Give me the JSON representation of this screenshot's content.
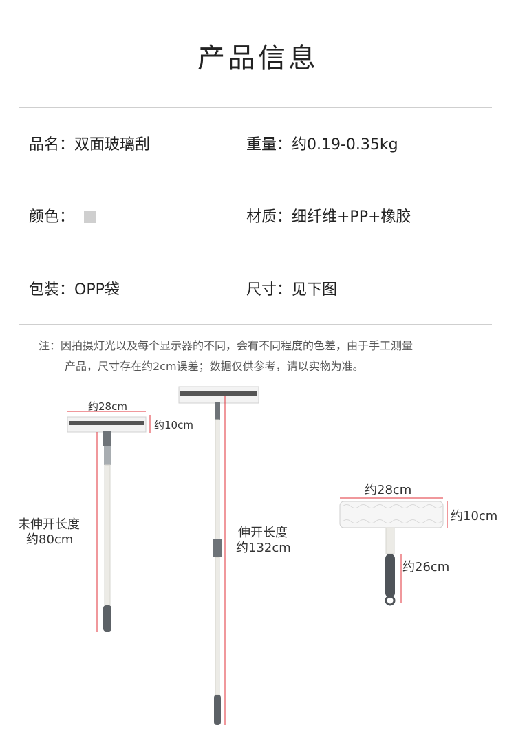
{
  "header": {
    "title": "产品信息"
  },
  "specs": {
    "name": "品名：双面玻璃刮",
    "weight": "重量：约0.19-0.35kg",
    "color_label": "颜色：",
    "material": "材质：细纤维+PP+橡胶",
    "package": "包装：OPP袋",
    "size": "尺寸：见下图"
  },
  "note": {
    "line1": "注：因拍摄灯光以及每个显示器的不同，会有不同程度的色差，由于手工测量",
    "line2": "产品，尺寸存在约2cm误差；数据仅供参考，请以实物为准。"
  },
  "diagram": {
    "short_width": "约28cm",
    "short_height": "约10cm",
    "short_length_1": "未伸开长度",
    "short_length_2": "约80cm",
    "long_length_1": "伸开长度",
    "long_length_2": "约132cm",
    "pad_width": "约28cm",
    "pad_height": "约10cm",
    "pad_handle": "约26cm"
  },
  "colors": {
    "swatch": "#cfcfcf",
    "guide_line": "#e0303a",
    "handle": "#e8e6e1",
    "grip": "#5c6166"
  }
}
